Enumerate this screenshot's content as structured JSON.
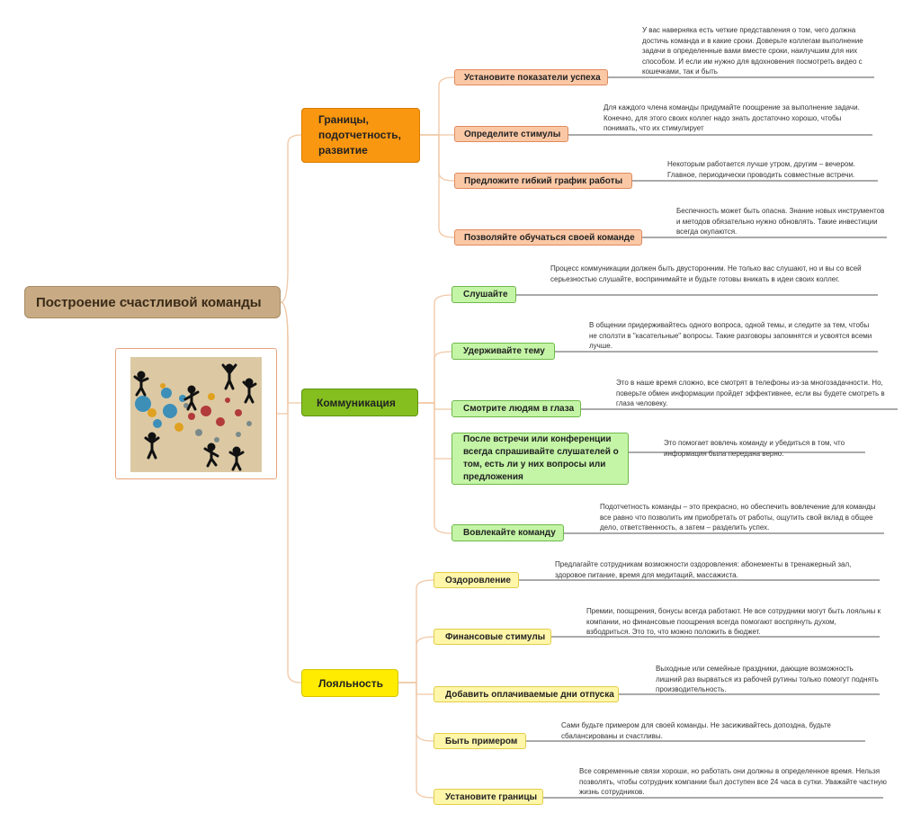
{
  "root": "Построение счастливой команды",
  "branches": [
    {
      "label": "Границы, подотчетность, развитие",
      "color": "#fa9710",
      "items": [
        {
          "label": "Установите показатели успеха",
          "note": "У вас наверняка есть четкие представления о том, чего должна достичь команда и в какие сроки. Доверьте коллегам выполнение задачи в определенные вами вместе сроки, наилучшим для них способом. И если им нужно для вдохновения посмотреть видео с кошечками, так и быть"
        },
        {
          "label": "Определите стимулы",
          "note": "Для каждого члена команды придумайте поощрение за выполнение задачи. Конечно, для этого своих коллег надо знать достаточно хорошо, чтобы понимать, что их стимулирует"
        },
        {
          "label": "Предложите гибкий график работы",
          "note": "Некоторым работается лучше утром, другим – вечером. Главное, периодически проводить совместные встречи."
        },
        {
          "label": "Позволяйте обучаться своей команде",
          "note": "Беспечность может быть опасна. Знание новых инструментов и методов обязательно нужно обновлять. Такие инвестиции всегда окупаются."
        }
      ]
    },
    {
      "label": "Коммуникация",
      "color": "#85bf1f",
      "items": [
        {
          "label": "Слушайте",
          "note": "Процесс коммуникации должен быть двусторонним. Не только вас слушают, но и вы со всей серьезностью слушайте, воспринимайте и будьте готовы вникать в идеи своих коллег."
        },
        {
          "label": "Удерживайте тему",
          "note": "В общении придерживайтесь одного вопроса, одной темы, и следите за тем, чтобы не сползти в \"касательные\" вопросы. Такие разговоры запомнятся и усвоятся всеми лучше."
        },
        {
          "label": "Смотрите людям в глаза",
          "note": "Это в наше время сложно, все смотрят в телефоны из-за многозадачности. Но, поверьте обмен информации пройдет эффективнее, если вы будете смотреть в глаза человеку."
        },
        {
          "label": "После встречи или конференции всегда спрашивайте слушателей о том, есть ли у них вопросы или предложения",
          "note": "Это помогает вовлечь команду и убедиться в том, что информация была передана верно."
        },
        {
          "label": "Вовлекайте команду",
          "note": "Подотчетность команды – это прекрасно, но обеспечить вовлечение для команды все равно что позволить им приобретать от работы, ощутить свой вклад в общее дело, ответственность, а затем – разделить успех."
        }
      ]
    },
    {
      "label": "Лояльность",
      "color": "#ffec00",
      "items": [
        {
          "label": "Оздоровление",
          "note": "Предлагайте сотрудникам возможности оздоровления: абонементы в тренажерный зал, здоровое питание, время для медитаций, массажиста."
        },
        {
          "label": "Финансовые стимулы",
          "note": "Премии, поощрения, бонусы всегда работают. Не все сотрудники могут быть лояльны к компании, но финансовые поощрения всегда помогают воспрянуть духом, взбодриться. Это то, что можно положить в бюджет."
        },
        {
          "label": "Добавить оплачиваемые дни отпуска",
          "note": "Выходные или семейные праздники, дающие возможность лишний раз вырваться из рабочей рутины только помогут поднять производительность."
        },
        {
          "label": "Быть примером",
          "note": "Сами будьте примером для своей команды. Не засиживайтесь допоздна, будьте сбалансированы и счастливы."
        },
        {
          "label": "Установите границы",
          "note": "Все современные связи хороши, но работать они должны в определенное время. Нельзя позволять, чтобы сотрудник компании был доступен все 24 часа в сутки. Уважайте частную жизнь сотрудников."
        }
      ]
    }
  ],
  "colors": {
    "link": "#f0c7a5",
    "underline": "#555555",
    "image_bg": "#dcc9a4"
  },
  "image_icon": "teamwork-gears-illustration"
}
